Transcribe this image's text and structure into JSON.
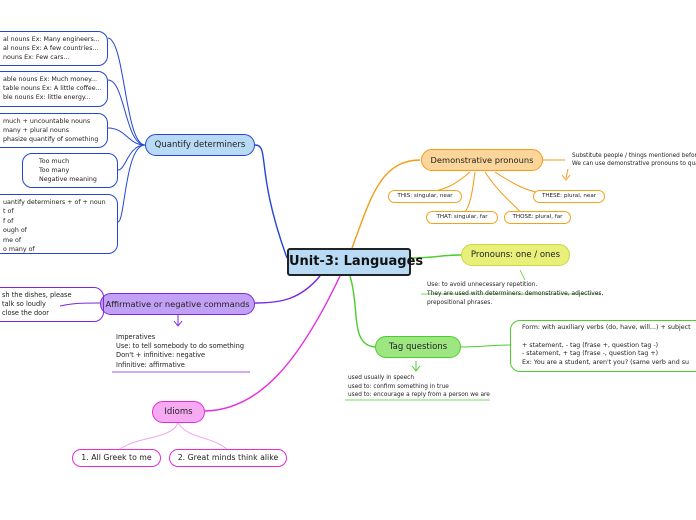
{
  "center": {
    "label": "Unit-3: Languages"
  },
  "colors": {
    "blue": "#2447d3",
    "orange": "#f59a14",
    "green": "#4ccd2b",
    "purple": "#7a28e0",
    "magenta": "#e52be0"
  },
  "quantify": {
    "label": "Quantify determiners",
    "groups": [
      [
        "al nouns Ex: Many engineers...",
        "al nouns Ex: A few countries...",
        " nouns Ex: Few cars..."
      ],
      [
        "able nouns Ex: Much money...",
        "table nouns Ex: A little coffee...",
        "ble nouns Ex: little energy..."
      ],
      [
        "much + uncountable nouns",
        "many + plural nouns",
        "phasize  quantify of something"
      ],
      [
        "Too much",
        "Too many",
        "Negative meaning"
      ],
      [
        "uantify determiners + of + noun",
        "t of",
        "f of",
        "ough of",
        "me of",
        "o many of"
      ]
    ]
  },
  "demonstrative": {
    "label": "Demonstrative pronouns",
    "note": [
      "Substitute people / things mentioned before",
      "We can use demonstrative pronouns to quan"
    ],
    "items": [
      "THIS: singular, near",
      "THAT: singular, far",
      "THOSE: plural, far",
      "THESE: plural, near"
    ]
  },
  "pronouns_one": {
    "label": "Pronouns: one / ones",
    "notes": [
      "Use: to avoid unnecessary repetition.",
      "They are used with determiners: demonstrative, adjectives,",
      "prepositional phrases."
    ]
  },
  "commands": {
    "label": "Affirmative or negative commands",
    "examples": [
      "sh the dishes, please",
      "talk so loudly",
      "close the door"
    ],
    "notes": [
      "Imperatives",
      "Use: to tell somebody to do something",
      "Don't + infinitive: negative",
      "Infinitive: affirmative"
    ]
  },
  "tags": {
    "label": "Tag questions",
    "notes": [
      "used usually in speech",
      "used to: confirm something in true",
      "used to: encourage a reply from a person we are"
    ],
    "form": [
      "Form: with auxiliary verbs (do, have, will...) + subject",
      "",
      "+ statement, - tag (frase +, question tag -)",
      "- statement, + tag (frase -, question tag +)",
      "Ex: You are a student, aren't you? (same verb and su"
    ]
  },
  "idioms": {
    "label": "Idioms",
    "items": [
      "1. All Greek to me",
      "2. Great minds think alike"
    ]
  }
}
